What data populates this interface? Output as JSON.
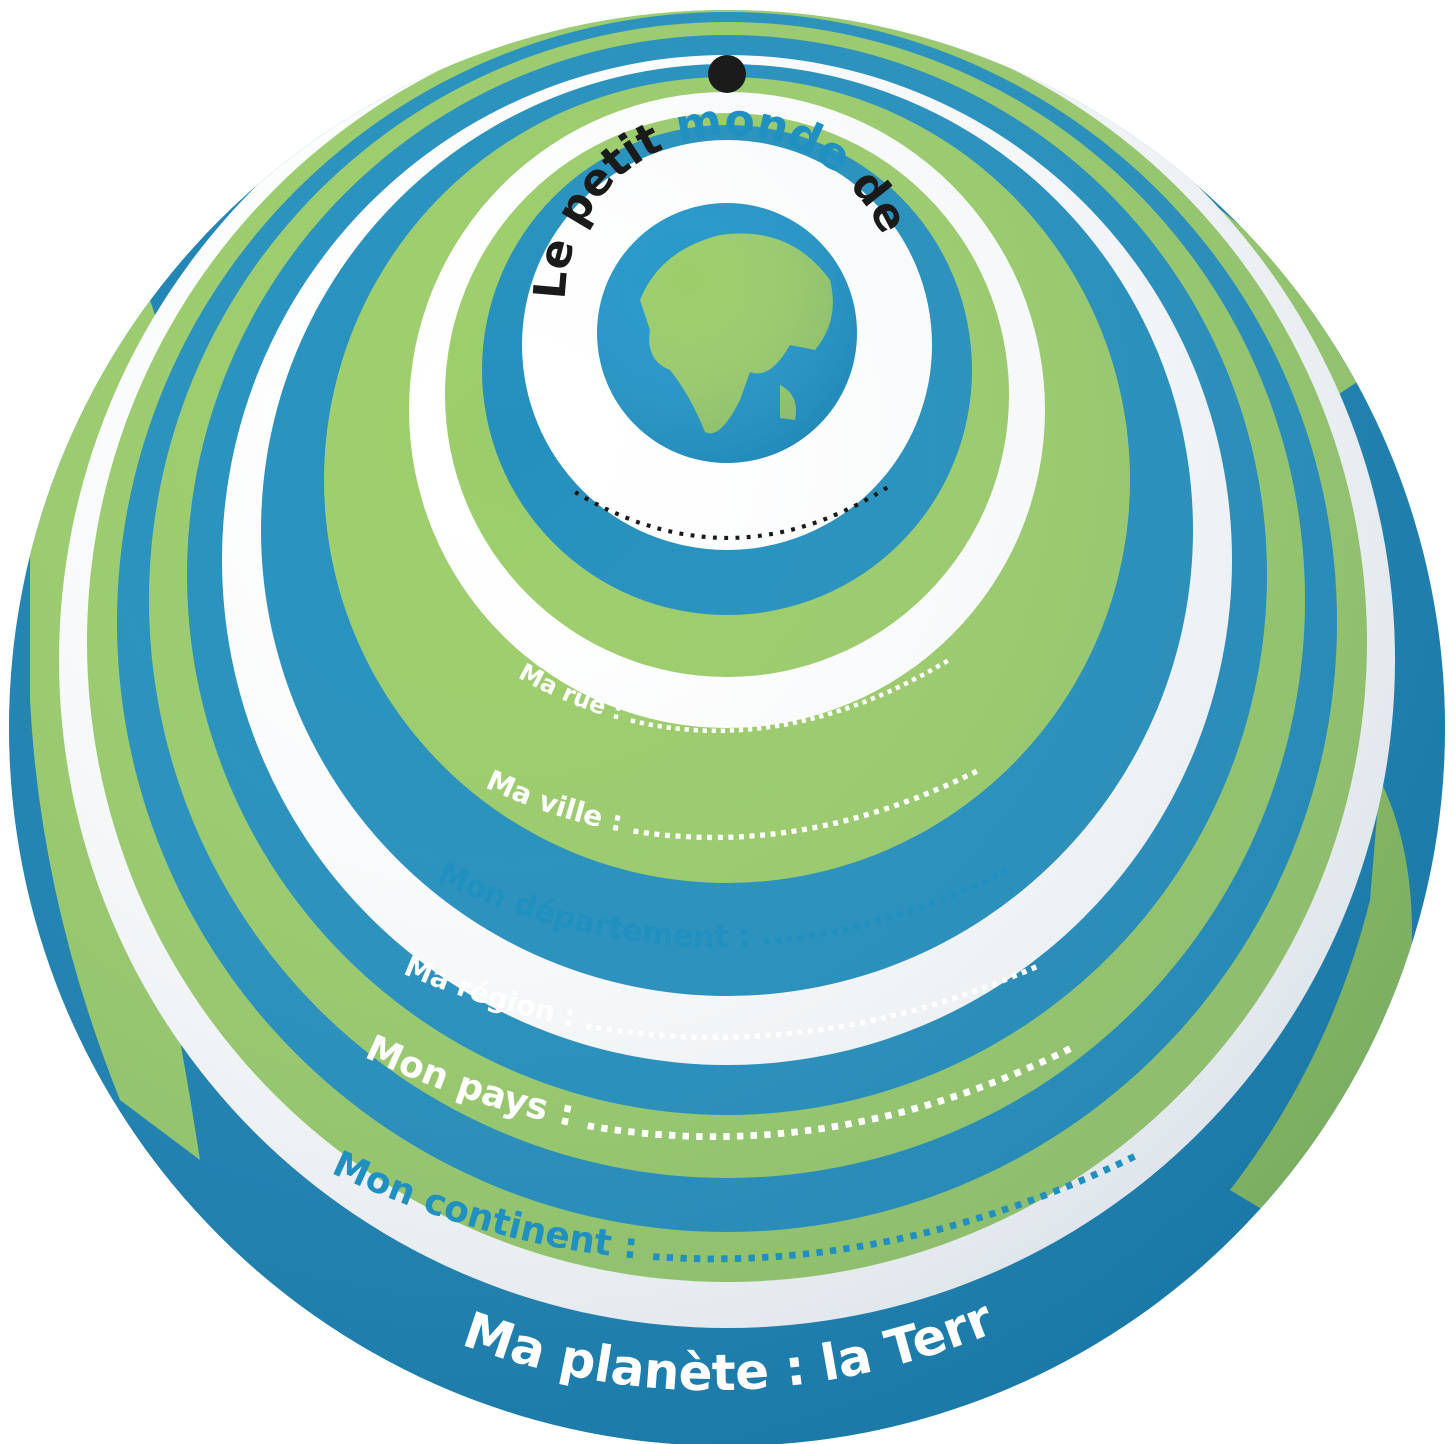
{
  "title": {
    "part1": "Le petit ",
    "part2": "monde",
    "part3": " de",
    "highlight_color": "#2090c0"
  },
  "name_blank": "..............................",
  "labels": [
    {
      "text": "Ma rue : ",
      "dots": ".............................................."
    },
    {
      "text": "Ma ville : ",
      "dots": "..................................................."
    },
    {
      "text": "Mon département : ",
      "dots": "........................................"
    },
    {
      "text": "Ma région : ",
      "dots": "................................................................"
    },
    {
      "text": "Mon pays : ",
      "dots": "..............................................................."
    },
    {
      "text": "Mon continent : ",
      "dots": ".........................................................."
    },
    {
      "text": "Ma planète : la Terre",
      "dots": ""
    }
  ],
  "colors": {
    "blue": "#2490be",
    "blue_dark": "#1e7fae",
    "green": "#9ccd6a",
    "white": "#ffffff",
    "dot": "#1b1b1b",
    "text_dark": "#1a1a1a"
  }
}
